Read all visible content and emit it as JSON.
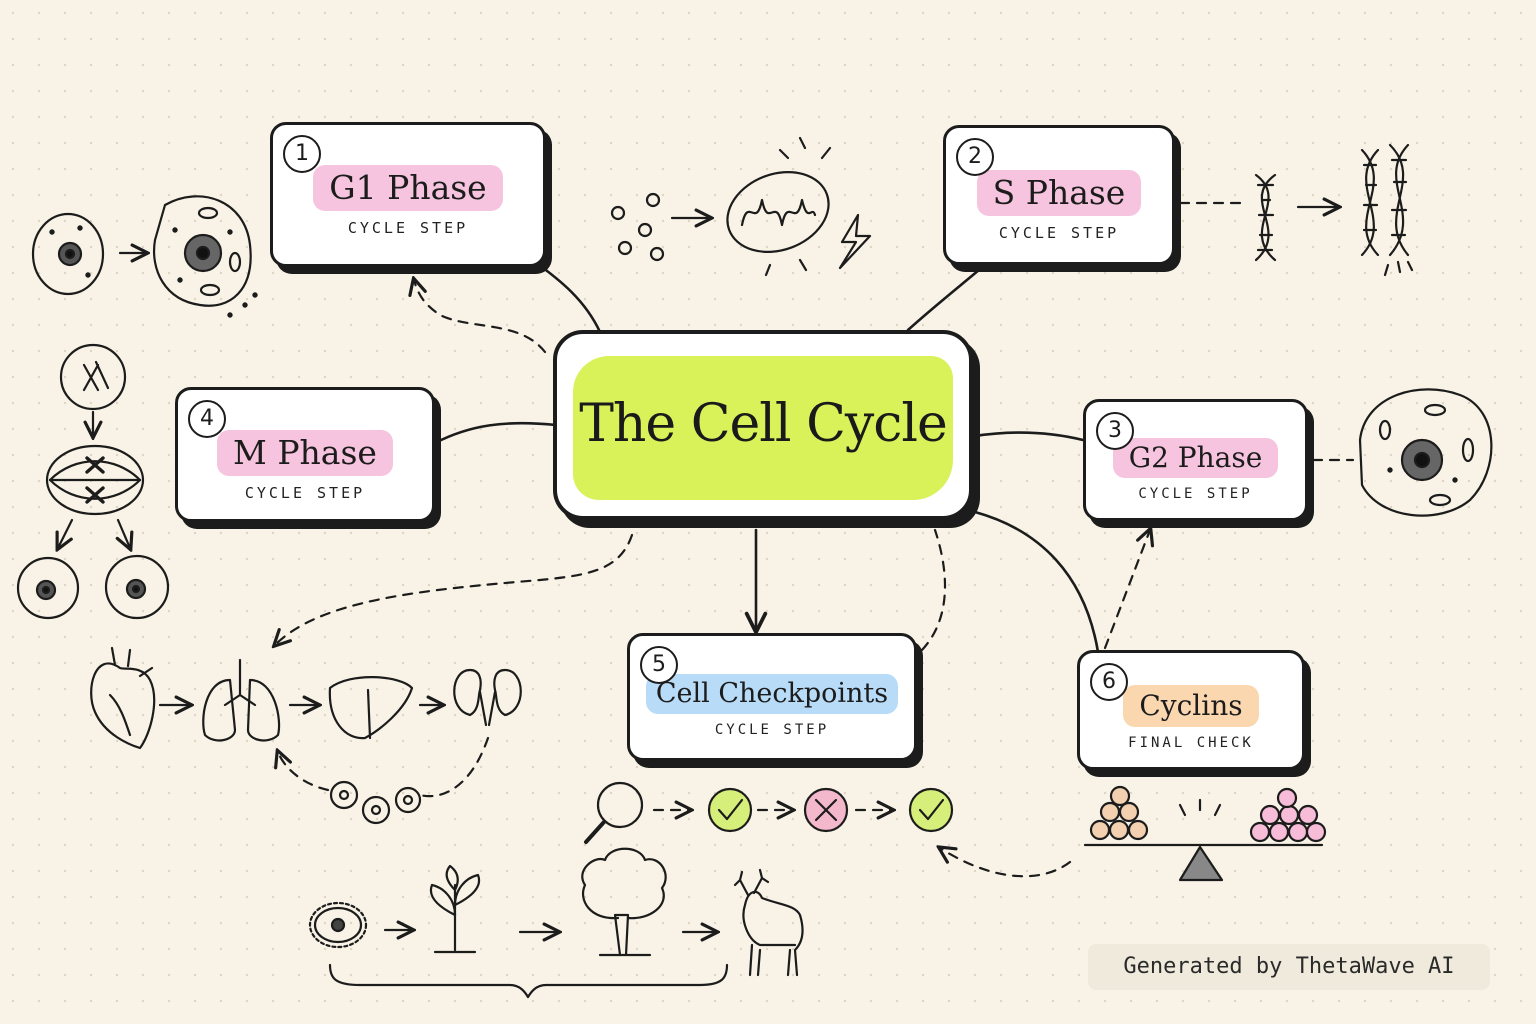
{
  "center": {
    "title": "The Cell Cycle"
  },
  "nodes": {
    "g1": {
      "number": "1",
      "title": "G1 Phase",
      "subtitle": "CYCLE STEP"
    },
    "s": {
      "number": "2",
      "title": "S Phase",
      "subtitle": "CYCLE STEP"
    },
    "g2": {
      "number": "3",
      "title": "G2 Phase",
      "subtitle": "CYCLE STEP"
    },
    "m": {
      "number": "4",
      "title": "M Phase",
      "subtitle": "CYCLE STEP"
    },
    "checkpoints": {
      "number": "5",
      "title": "Cell Checkpoints",
      "subtitle": "CYCLE STEP"
    },
    "cyclins": {
      "number": "6",
      "title": "Cyclins",
      "subtitle": "FINAL CHECK"
    }
  },
  "colors": {
    "center_highlight": "#d9f25a",
    "pink_highlight": "#f6c4de",
    "blue_highlight": "#b8dcf8",
    "orange_highlight": "#fbd7b0",
    "check_green": "#d6ef7a",
    "cross_pink": "#f4b8cc"
  },
  "icons": [
    "cell-icon",
    "mitochondrion-icon",
    "lightning-icon",
    "dna-icon",
    "chromosome-icon",
    "spindle-icon",
    "heart-icon",
    "lungs-icon",
    "liver-icon",
    "kidney-icon",
    "magnifier-icon",
    "check-icon",
    "cross-icon",
    "balance-scale-icon",
    "sprout-icon",
    "tree-icon",
    "deer-icon"
  ],
  "footer": {
    "watermark": "Generated by ThetaWave AI"
  }
}
